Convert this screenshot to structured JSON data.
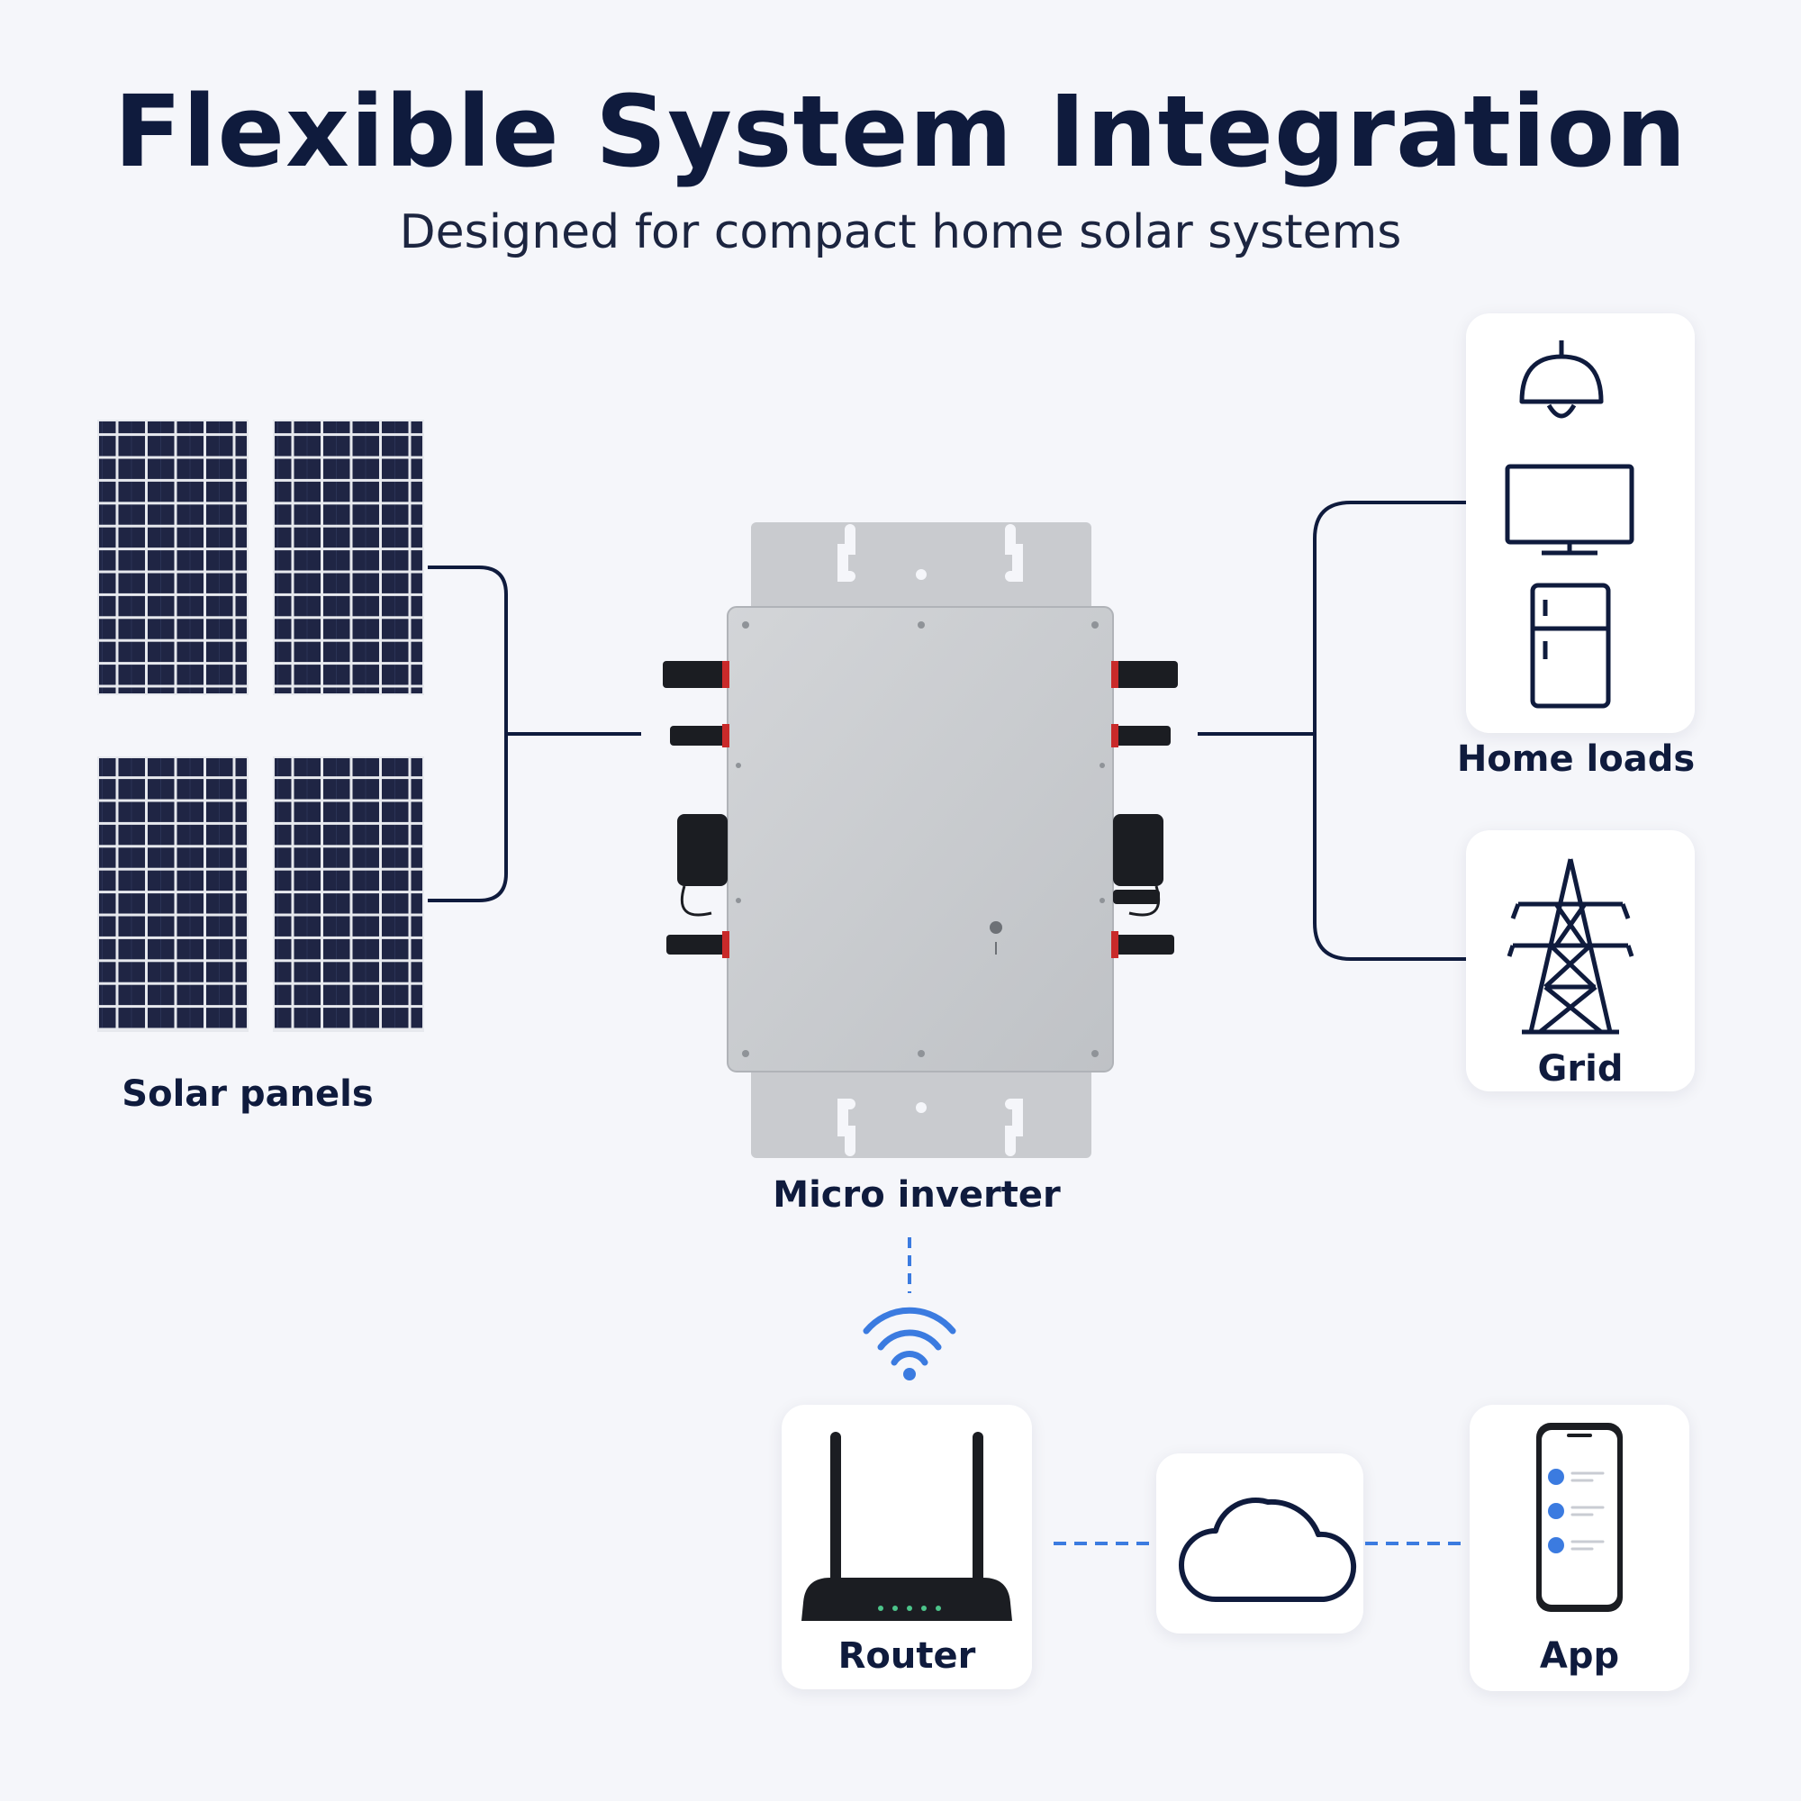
{
  "header": {
    "title": "Flexible System Integration",
    "subtitle": "Designed for compact home solar systems"
  },
  "nodes": {
    "solar_panels": {
      "label": "Solar panels",
      "icon": "solar-panel-icon"
    },
    "micro_inverter": {
      "label": "Micro inverter",
      "icon": "micro-inverter-icon"
    },
    "home_loads": {
      "label": "Home loads",
      "icons": [
        "ceiling-lamp-icon",
        "monitor-icon",
        "refrigerator-icon"
      ]
    },
    "grid": {
      "label": "Grid",
      "icon": "power-tower-icon"
    },
    "router": {
      "label": "Router",
      "icon": "router-icon"
    },
    "cloud": {
      "icon": "cloud-icon"
    },
    "app": {
      "label": "App",
      "icon": "smartphone-icon"
    }
  },
  "colors": {
    "navy": "#0f1b3d",
    "accent_blue": "#3b7be0",
    "panel_cell": "#1e2440",
    "inverter_body": "#c8cacd",
    "background": "#f5f6fa"
  }
}
